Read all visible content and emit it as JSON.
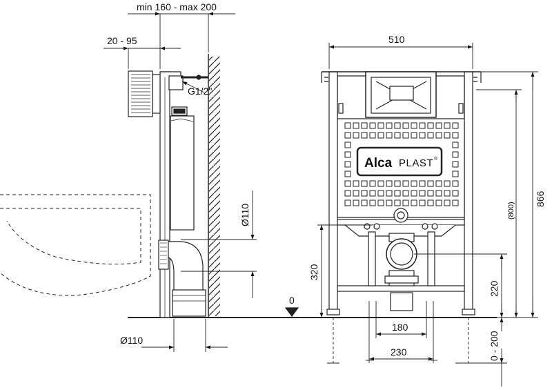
{
  "dimensions": {
    "wall_distance": "min 160 - max 200",
    "offset_range": "20 - 95",
    "water_connection": "G1/2\"",
    "pipe_diameter": "Ø110",
    "drain_diameter": "Ø110",
    "drain_height": "320",
    "floor_level": "0",
    "frame_width": "510",
    "total_height": "866",
    "fixing_height": "(800)",
    "pan_height": "220",
    "feet_range": "0 - 200",
    "center_distance": "180",
    "bolt_distance": "230"
  },
  "brand": {
    "name_bold": "Alca",
    "name_light": "PLAST",
    "registered": "®"
  }
}
